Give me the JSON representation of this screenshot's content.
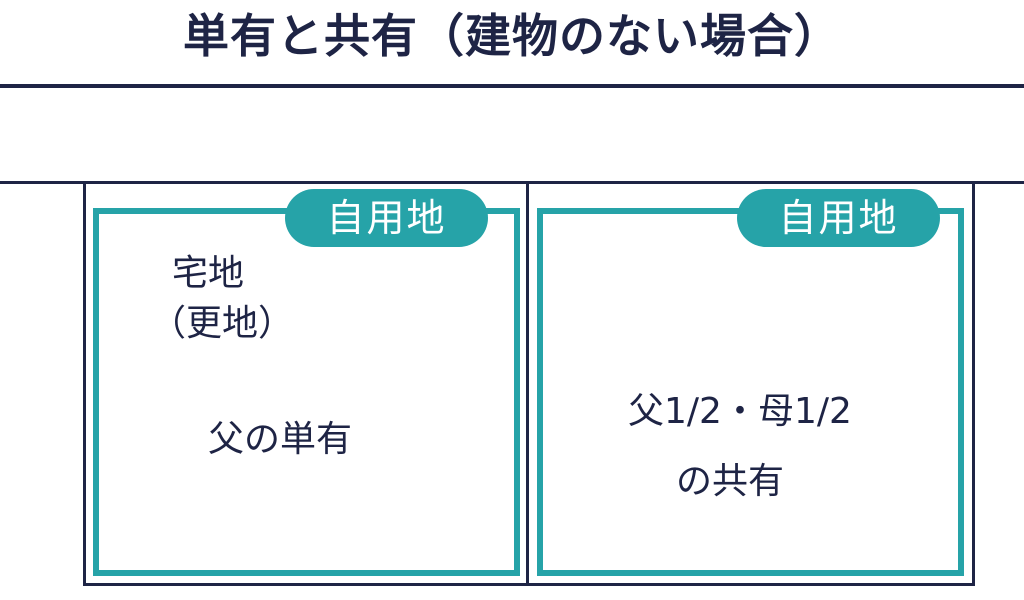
{
  "title": "単有と共有（建物のない場合）",
  "colors": {
    "navy": "#1e2445",
    "teal": "#26a3a8",
    "background": "#ffffff"
  },
  "left_plot": {
    "usage_label": "自用地",
    "land_type": "宅地",
    "land_subtype": "（更地）",
    "ownership": "父の単有"
  },
  "right_plot": {
    "usage_label": "自用地",
    "ownership_line1": "父1/2・母1/2",
    "ownership_line2": "の共有"
  }
}
